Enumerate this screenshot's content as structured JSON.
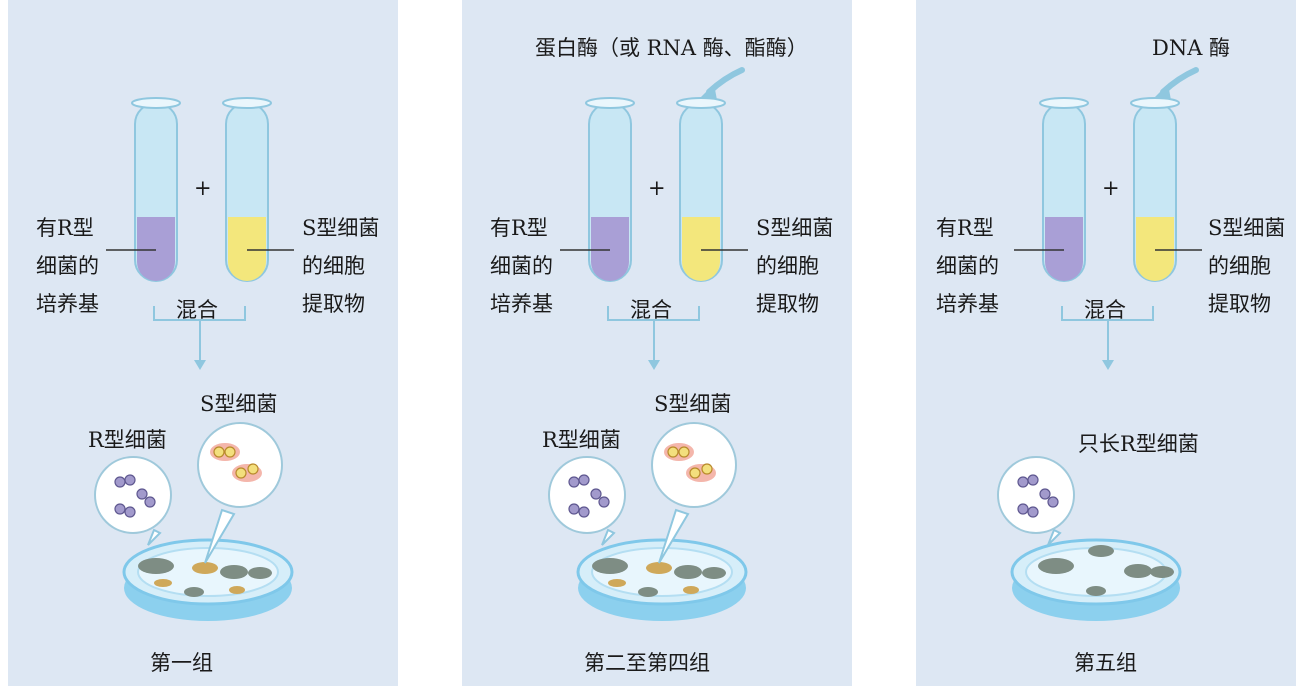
{
  "colors": {
    "panel_bg": "#dde7f3",
    "tube_glass": "#c8e7f4",
    "purple_medium": "#a99fd6",
    "yellow_extract": "#f3e77c",
    "arrow": "#8fc7df",
    "dish": "#7fc8ea",
    "r_colony": "#7e8d84",
    "s_colony": "#cfa85a"
  },
  "panels": [
    {
      "id": "group1",
      "enzyme": "",
      "tube1_label": [
        "有R型",
        "细菌的",
        "培养基"
      ],
      "tube2_label": [
        "S型细菌",
        "的细胞",
        "提取物"
      ],
      "plus": "+",
      "mix": "混合",
      "s_label": "S型细菌",
      "r_label": "R型细菌",
      "caption": "第一组"
    },
    {
      "id": "group2to4",
      "enzyme": "蛋白酶（或 RNA 酶、酯酶）",
      "tube1_label": [
        "有R型",
        "细菌的",
        "培养基"
      ],
      "tube2_label": [
        "S型细菌",
        "的细胞",
        "提取物"
      ],
      "plus": "+",
      "mix": "混合",
      "s_label": "S型细菌",
      "r_label": "R型细菌",
      "caption": "第二至第四组"
    },
    {
      "id": "group5",
      "enzyme": "DNA 酶",
      "tube1_label": [
        "有R型",
        "细菌的",
        "培养基"
      ],
      "tube2_label": [
        "S型细菌",
        "的细胞",
        "提取物"
      ],
      "plus": "+",
      "mix": "混合",
      "result": "只长R型细菌",
      "caption": "第五组"
    }
  ]
}
